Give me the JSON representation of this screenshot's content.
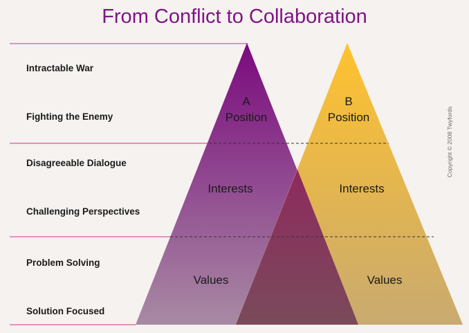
{
  "title": "From Conflict to Collaboration",
  "levels": [
    "Intractable War",
    "Fighting the Enemy",
    "Disagreeable Dialogue",
    "Challenging Perspectives",
    "Problem Solving",
    "Solution Focused"
  ],
  "copyright": "Copyright © 2008 Twyfords",
  "triangles": {
    "a": {
      "letter": "A",
      "position": "Position",
      "interests": "Interests",
      "values": "Values"
    },
    "b": {
      "letter": "B",
      "position": "Position",
      "interests": "Interests",
      "values": "Values"
    }
  },
  "colors": {
    "title": "#7d1585",
    "rule": "#c8358e",
    "a_top": "#7a0a7e",
    "a_bottom": "#a88aa3",
    "b_top": "#ffc22e",
    "b_bottom": "#c9aa70",
    "overlap": "#8b2d5e"
  }
}
